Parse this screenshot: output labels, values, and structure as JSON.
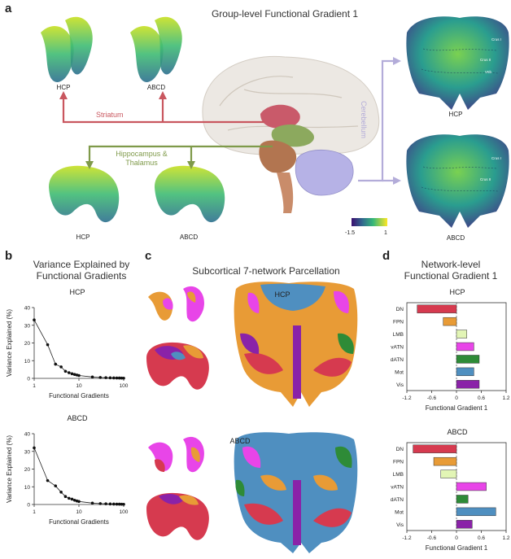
{
  "panel_a": {
    "letter": "a",
    "title": "Group-level Functional Gradient 1",
    "labels": {
      "hcp_striatum": "HCP",
      "abcd_striatum": "ABCD",
      "striatum": "Striatum",
      "hippocampus": "Hippocampus &",
      "thalamus": "Thalamus",
      "hcp_hippo": "HCP",
      "abcd_hippo": "ABCD",
      "cerebellum": "Cerebellum",
      "hcp_cereb": "HCP",
      "abcd_cereb": "ABCD"
    },
    "crus_labels": [
      "Crus I",
      "Crus II",
      "VIIb",
      "Crus I",
      "Crus II"
    ],
    "colorbar": {
      "min": "-1.5",
      "max": "1"
    }
  },
  "panel_b": {
    "letter": "b",
    "title_line1": "Variance Explained by",
    "title_line2": "Functional Gradients"
  },
  "panel_c": {
    "letter": "c",
    "title": "Subcortical 7-network Parcellation",
    "hcp_label": "HCP",
    "abcd_label": "ABCD"
  },
  "panel_d": {
    "letter": "d",
    "title_line1": "Network-level",
    "title_line2": "Functional Gradient 1"
  },
  "chart_data": [
    {
      "type": "line",
      "title": "HCP",
      "xlabel": "Functional Gradients",
      "ylabel": "Variance Explained (%)",
      "xscale": "log",
      "x": [
        1,
        2,
        3,
        4,
        5,
        6,
        7,
        8,
        9,
        10,
        20,
        30,
        40,
        50,
        60,
        70,
        80,
        90,
        100
      ],
      "values": [
        33,
        19,
        8,
        6.5,
        4,
        3.2,
        2.6,
        2.2,
        1.9,
        1.6,
        0.8,
        0.5,
        0.4,
        0.3,
        0.25,
        0.2,
        0.18,
        0.15,
        0.12
      ],
      "ylim": [
        0,
        40
      ],
      "yticks": [
        "0",
        "10",
        "20",
        "30",
        "40"
      ],
      "xticks": [
        "1",
        "10",
        "100"
      ]
    },
    {
      "type": "line",
      "title": "ABCD",
      "xlabel": "Functional Gradients",
      "ylabel": "Variance Explained (%)",
      "xscale": "log",
      "x": [
        1,
        2,
        3,
        4,
        5,
        6,
        7,
        8,
        9,
        10,
        20,
        30,
        40,
        50,
        60,
        70,
        80,
        90,
        100
      ],
      "values": [
        32,
        13.5,
        10.5,
        7,
        4.5,
        3.5,
        3,
        2.4,
        2,
        1.7,
        0.8,
        0.5,
        0.4,
        0.3,
        0.25,
        0.2,
        0.18,
        0.15,
        0.12
      ],
      "ylim": [
        0,
        40
      ],
      "yticks": [
        "0",
        "10",
        "20",
        "30",
        "40"
      ],
      "xticks": [
        "1",
        "10",
        "100"
      ]
    },
    {
      "type": "bar",
      "title": "HCP",
      "xlabel": "Functional Gradient 1",
      "categories": [
        "DN",
        "FPN",
        "LMB",
        "vATN",
        "dATN",
        "Mot",
        "Vis"
      ],
      "values": [
        -0.95,
        -0.32,
        0.25,
        0.42,
        0.55,
        0.42,
        0.55
      ],
      "colors": [
        "#d63a4f",
        "#e89b36",
        "#e2f5b5",
        "#e845e8",
        "#2e8b37",
        "#4f8fc0",
        "#8a22a8"
      ],
      "xlim": [
        -1.2,
        1.2
      ],
      "xticks": [
        "-1.2",
        "-0.6",
        "0",
        "0.6",
        "1.2"
      ]
    },
    {
      "type": "bar",
      "title": "ABCD",
      "xlabel": "Functional Gradient 1",
      "categories": [
        "DN",
        "FPN",
        "LMB",
        "vATN",
        "dATN",
        "Mot",
        "Vis"
      ],
      "values": [
        -1.05,
        -0.55,
        -0.38,
        0.72,
        0.28,
        0.95,
        0.38
      ],
      "colors": [
        "#d63a4f",
        "#e89b36",
        "#e2f5b5",
        "#e845e8",
        "#2e8b37",
        "#4f8fc0",
        "#8a22a8"
      ],
      "xlim": [
        -1.2,
        1.2
      ],
      "xticks": [
        "-1.2",
        "-0.6",
        "0",
        "0.6",
        "1.2"
      ]
    }
  ]
}
